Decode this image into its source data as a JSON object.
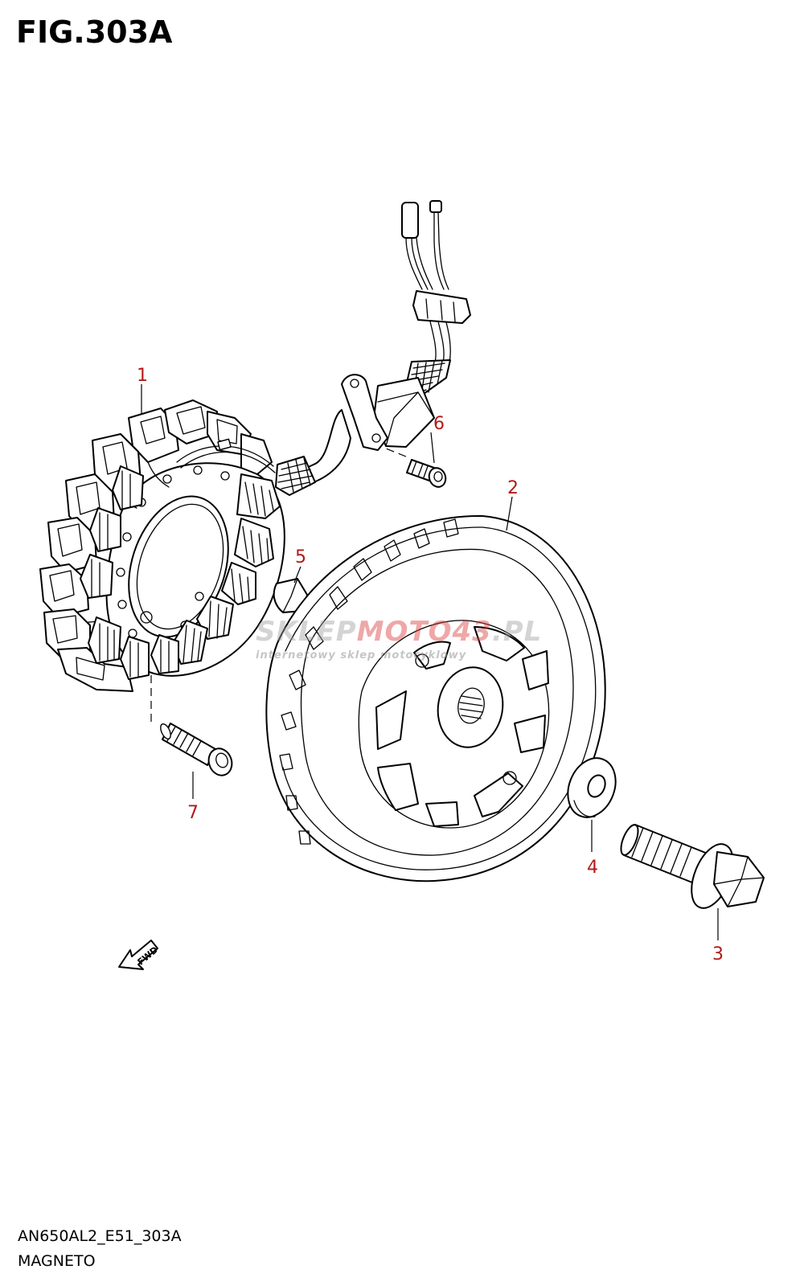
{
  "figure": {
    "title": "FIG.303A",
    "code": "AN650AL2_E51_303A",
    "name": "MAGNETO"
  },
  "parts": [
    {
      "number": "1",
      "desc": "stator"
    },
    {
      "number": "2",
      "desc": "rotor"
    },
    {
      "number": "3",
      "desc": "rotor bolt"
    },
    {
      "number": "4",
      "desc": "washer"
    },
    {
      "number": "5",
      "desc": "key"
    },
    {
      "number": "6",
      "desc": "clamp bolt"
    },
    {
      "number": "7",
      "desc": "stator bolt"
    }
  ],
  "fwd_label": "FWD",
  "watermark": {
    "main_a": "SKLEP",
    "main_b": "MOTO",
    "main_c": "43",
    "main_d": ".PL",
    "sub": "internetowy sklep motocyklowy"
  },
  "colors": {
    "part_number": "#b21a1a",
    "line": "#000000",
    "background": "#ffffff"
  }
}
